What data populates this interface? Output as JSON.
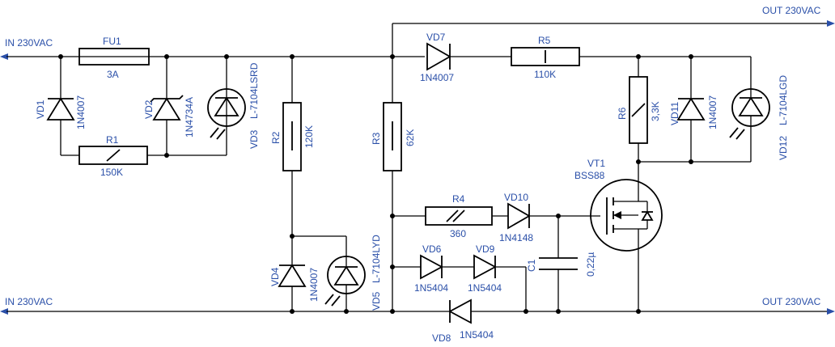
{
  "nets": {
    "in_top": "IN 230VAC",
    "in_bottom": "IN 230VAC",
    "out_top": "OUT 230VAC",
    "out_bottom": "OUT 230VAC"
  },
  "components": {
    "fu1": {
      "ref": "FU1",
      "value": "3A"
    },
    "vd1": {
      "ref": "VD1",
      "value": "1N4007"
    },
    "r1": {
      "ref": "R1",
      "value": "150K"
    },
    "vd2": {
      "ref": "VD2",
      "value": "1N4734A"
    },
    "vd3": {
      "ref": "VD3",
      "value": "L-7104LSRD"
    },
    "r2": {
      "ref": "R2",
      "value": "120K"
    },
    "vd4": {
      "ref": "VD4",
      "value": "1N4007"
    },
    "vd5": {
      "ref": "VD5",
      "value": "L-7104LYD"
    },
    "r3": {
      "ref": "R3",
      "value": "62K"
    },
    "vd7": {
      "ref": "VD7",
      "value": "1N4007"
    },
    "r5": {
      "ref": "R5",
      "value": "110K"
    },
    "r4": {
      "ref": "R4",
      "value": "360"
    },
    "vd10": {
      "ref": "VD10",
      "value": "1N4148"
    },
    "vd6": {
      "ref": "VD6",
      "value": "1N5404"
    },
    "vd9": {
      "ref": "VD9",
      "value": "1N5404"
    },
    "vd8": {
      "ref": "VD8",
      "value": "1N5404"
    },
    "c1": {
      "ref": "C1",
      "value": "0,22µ"
    },
    "vt1": {
      "ref": "VT1",
      "value": "BSS88"
    },
    "r6": {
      "ref": "R6",
      "value": "3,3K"
    },
    "vd11": {
      "ref": "VD11",
      "value": "1N4007"
    },
    "vd12": {
      "ref": "VD12",
      "value": "L-7104LGD"
    }
  }
}
